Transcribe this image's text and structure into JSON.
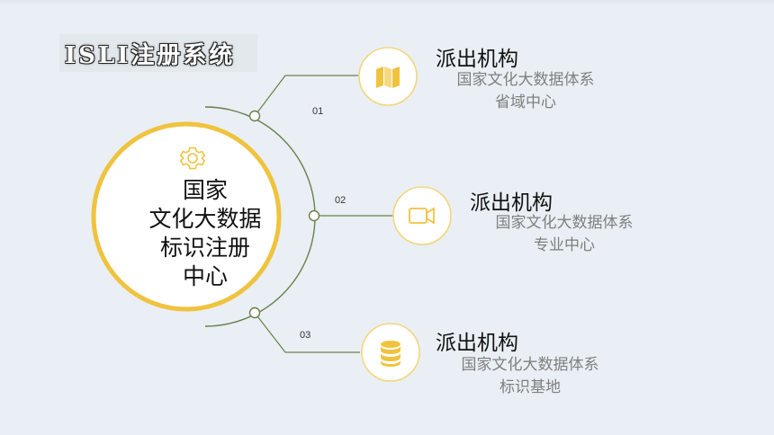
{
  "logo": {
    "text": "ISLI注册系统"
  },
  "center": {
    "icon": "gear-icon",
    "lines": [
      "国家",
      "文化大数据",
      "标识注册",
      "中心"
    ]
  },
  "items": [
    {
      "number": "01",
      "icon": "map-icon",
      "title": "派出机构",
      "desc_line1": "国家文化大数据体系",
      "desc_line2": "省域中心"
    },
    {
      "number": "02",
      "icon": "video-camera-icon",
      "title": "派出机构",
      "desc_line1": "国家文化大数据体系",
      "desc_line2": "专业中心"
    },
    {
      "number": "03",
      "icon": "database-icon",
      "title": "派出机构",
      "desc_line1": "国家文化大数据体系",
      "desc_line2": "标识基地"
    }
  ],
  "colors": {
    "background": "#e9eff4",
    "accent_yellow": "#f0c33f",
    "line_green": "#6b7f4a"
  }
}
